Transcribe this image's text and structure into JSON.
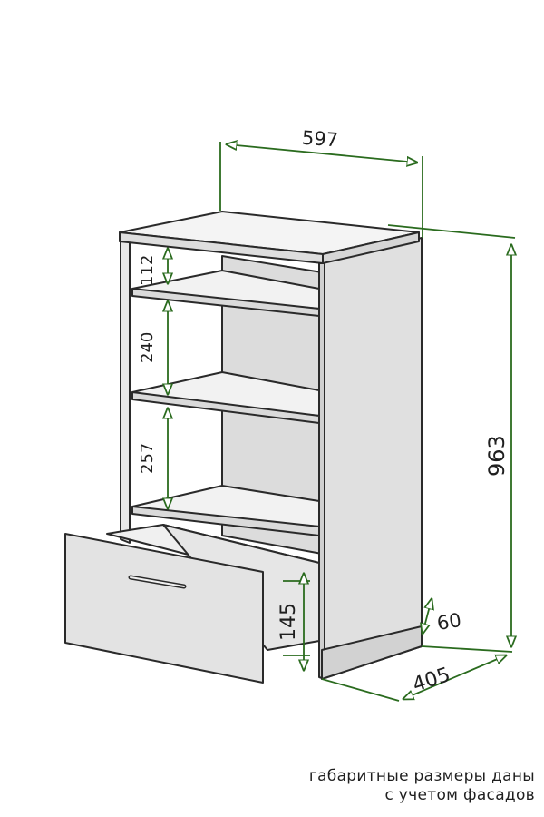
{
  "dimensions": {
    "width": "597",
    "height": "963",
    "depth": "405",
    "plinth": "60",
    "shelf_gap_top": "112",
    "shelf_gap_middle": "240",
    "shelf_gap_bottom": "257",
    "drawer_height": "145"
  },
  "caption": {
    "line1": "габаритные размеры даны",
    "line2": "с учетом фасадов"
  },
  "colors": {
    "dimension_line": "#2a6b1e",
    "outline": "#2a2a2a",
    "panel": "#e3e3e3",
    "panel_light": "#f4f4f4"
  }
}
